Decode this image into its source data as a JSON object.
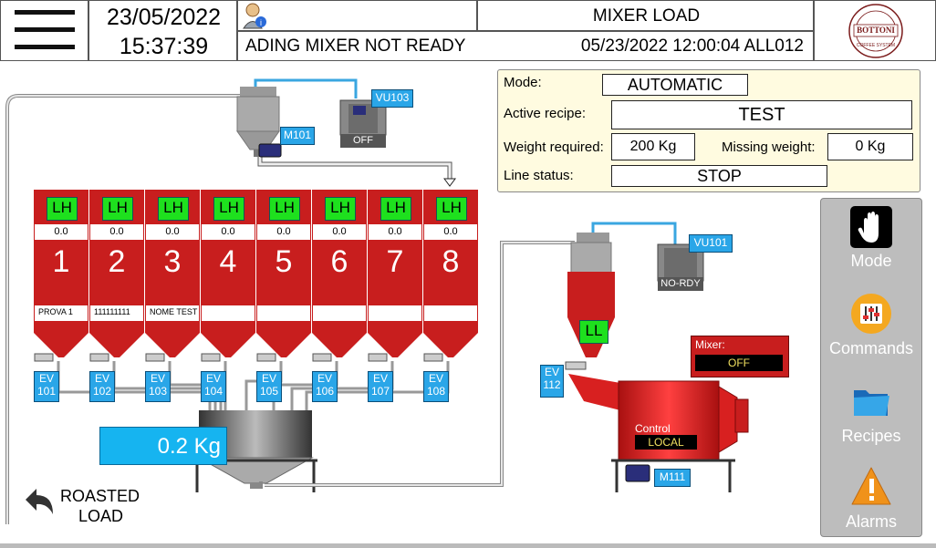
{
  "header": {
    "date": "23/05/2022",
    "time": "15:37:39",
    "title": "MIXER LOAD",
    "marquee": "ADING MIXER NOT READY",
    "alarm": "05/23/2022 12:00:04 ALL012",
    "logo_text": "BOTTONI",
    "logo_sub": "COFFEE SYSTEM"
  },
  "info": {
    "mode_label": "Mode:",
    "mode_value": "AUTOMATIC",
    "recipe_label": "Active recipe:",
    "recipe_value": "TEST",
    "weight_label": "Weight required:",
    "weight_value": "200 Kg",
    "missing_label": "Missing weight:",
    "missing_value": "0 Kg",
    "status_label": "Line status:",
    "status_value": "STOP"
  },
  "silos": [
    {
      "status": "LH",
      "value": "0.0",
      "number": "1",
      "name": "PROVA 1",
      "valve": "EV\n101"
    },
    {
      "status": "LH",
      "value": "0.0",
      "number": "2",
      "name": "111111111",
      "valve": "EV\n102"
    },
    {
      "status": "LH",
      "value": "0.0",
      "number": "3",
      "name": "NOME TEST",
      "valve": "EV\n103"
    },
    {
      "status": "LH",
      "value": "0.0",
      "number": "4",
      "name": "",
      "valve": "EV\n104"
    },
    {
      "status": "LH",
      "value": "0.0",
      "number": "5",
      "name": "",
      "valve": "EV\n105"
    },
    {
      "status": "LH",
      "value": "0.0",
      "number": "6",
      "name": "",
      "valve": "EV\n106"
    },
    {
      "status": "LH",
      "value": "0.0",
      "number": "7",
      "name": "",
      "valve": "EV\n107"
    },
    {
      "status": "LH",
      "value": "0.0",
      "number": "8",
      "name": "",
      "valve": "EV\n108"
    }
  ],
  "loader": {
    "vu103": "VU103",
    "vu103_state": "OFF",
    "m101": "M101"
  },
  "scale": {
    "weight": "0.2 Kg"
  },
  "mixer": {
    "vu101": "VU101",
    "vu101_state": "NO-RDY",
    "ll": "LL",
    "ev112_a": "EV",
    "ev112_b": "112",
    "mixer_label": "Mixer:",
    "mixer_state": "OFF",
    "control_label": "Control",
    "control_state": "LOCAL",
    "m111": "M111"
  },
  "nav": {
    "back_line1": "ROASTED",
    "back_line2": "LOAD"
  },
  "sidebar": {
    "mode": "Mode",
    "commands": "Commands",
    "recipes": "Recipes",
    "alarms": "Alarms"
  },
  "colors": {
    "silo_red": "#c81e1e",
    "status_green": "#1ee01e",
    "tag_blue": "#2aa6e8",
    "panel_bg": "#fffbe0",
    "sidebar_bg": "#bdbdbd"
  }
}
